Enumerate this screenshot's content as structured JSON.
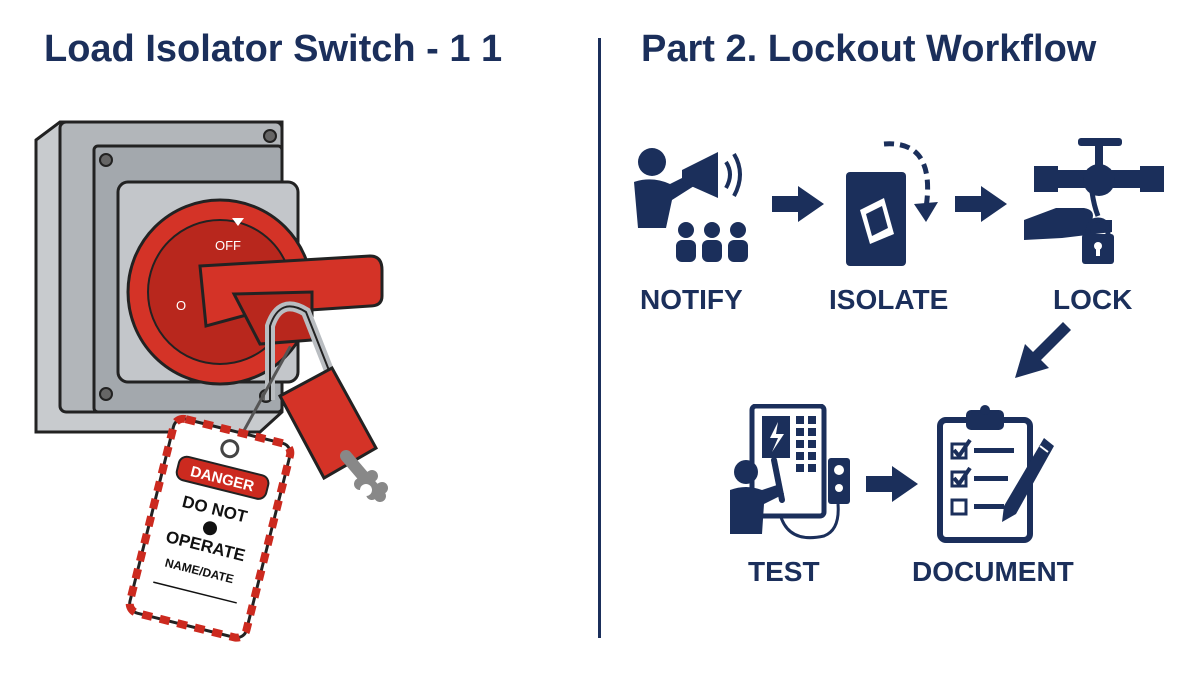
{
  "left_panel": {
    "title": "Load Isolator Switch - 1 1",
    "switch": {
      "off_label": "OFF",
      "on_label": "O"
    },
    "tag": {
      "header": "DANGER",
      "line1": "DO NOT",
      "line2": "OPERATE",
      "field": "NAME/DATE"
    }
  },
  "right_panel": {
    "title": "Part 2. Lockout Workflow",
    "steps": [
      {
        "label": "NOTIFY",
        "icon": "megaphone-people-icon"
      },
      {
        "label": "ISOLATE",
        "icon": "switch-rotate-icon"
      },
      {
        "label": "LOCK",
        "icon": "valve-padlock-icon"
      },
      {
        "label": "TEST",
        "icon": "voltage-tester-icon"
      },
      {
        "label": "DOCUMENT",
        "icon": "clipboard-checklist-icon"
      }
    ]
  },
  "colors": {
    "navy": "#1b2f5b",
    "red": "#cc2a1f",
    "gray": "#a9adb2"
  }
}
